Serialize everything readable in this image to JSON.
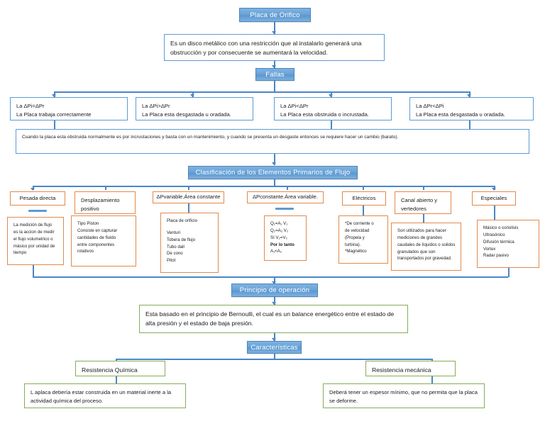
{
  "diagram": {
    "title": "Placa de Orifico",
    "intro": "Es un disco metálico con una restricción que al instalarlo generará una obstrucción y por consecuente se aumentará la velocidad.",
    "fallas_header": "Fallas",
    "fallas": [
      {
        "cond": "La ΔPi=ΔPr",
        "result": "La Placa trabaja correctamente"
      },
      {
        "cond": "La ΔPi>ΔPr",
        "result": "La Placa esta desgastada u oradada."
      },
      {
        "cond": "La ΔPi<ΔPr",
        "result": "La Placa esta obstruida o incrustada."
      },
      {
        "cond": "La ΔPr<ΔPi",
        "result": "La Placa esta desgastada u oradada."
      }
    ],
    "fallas_note": "Cuando la placa esta obstruida normalmente es por incrustaciones y basta con un mantenimiento, y cuando se presenta un desgaste entonces se requiere hacer un cambio (barato).",
    "clasificacion_header": "Clasificación de los Elementos Primarios de Flujo",
    "categorias": [
      {
        "label": "Pesada directa",
        "body": "La medición de flujo es la accion de medir el flujo volumetrico o másico por unidad de tiempo",
        "lines": []
      },
      {
        "label": "Desplazamiento positivo",
        "body": "",
        "lines": [
          "Tipo Piston",
          "Consiste en capturar",
          "cantidades de fluido",
          "entre componentes",
          "rotativos"
        ]
      },
      {
        "label": "ΔPvariable.Área constante",
        "body": "",
        "lines": [
          "Placa de orificio",
          "",
          "Venturi",
          "Tobera de flujo",
          "Tubo dall",
          "De cono",
          "Pitot"
        ]
      },
      {
        "label": "ΔPconstante.Área variable.",
        "body": "",
        "lines": [
          "Q₁=A₁ V₁",
          "Q₂=A₂ V₂",
          "SI V₂=V₂",
          "Por lo tanto",
          "A₁<A₂"
        ]
      },
      {
        "label": "Eléctricos",
        "body": "",
        "lines": [
          "*De corriente o",
          "de velocidad",
          "(Propela y",
          "turbina).",
          "*Magnético"
        ]
      },
      {
        "label": "Canal abierto y vertedores",
        "body": "",
        "lines": [
          "Son utilizados para hacer",
          "mediciones de grandes",
          "caudales de líquidos o solidos",
          "granulados que son",
          "transportados por gravedad."
        ]
      },
      {
        "label": "Especiales",
        "body": "",
        "lines": [
          "Másico o coriolisis",
          "Ultrasónico",
          "Difusión térmica",
          "Vortex",
          "Radar pasivo"
        ]
      }
    ],
    "principio_header": "Principio de operación",
    "principio_body": "Esta basado en el principio de Bernoulli, el cual es un balance energético entre el estado de alta presión y el estado de baja presión.",
    "caracteristicas_header": "Características",
    "caracteristicas": [
      {
        "label": "Resistencia Química",
        "body": "L aplaca debería estar construida en un material inerte a la actividad química del proceso."
      },
      {
        "label": "Resistencia mecánica",
        "body": "Deberá tener un espesor mínimo, que no permita que la placa se deforme."
      }
    ]
  },
  "colors": {
    "blue_fill": "#6ba4d8",
    "blue_line": "#5b9bd5",
    "orange_line": "#e08a4c",
    "green_line": "#84ad5b",
    "connector": "#4a86c8"
  }
}
